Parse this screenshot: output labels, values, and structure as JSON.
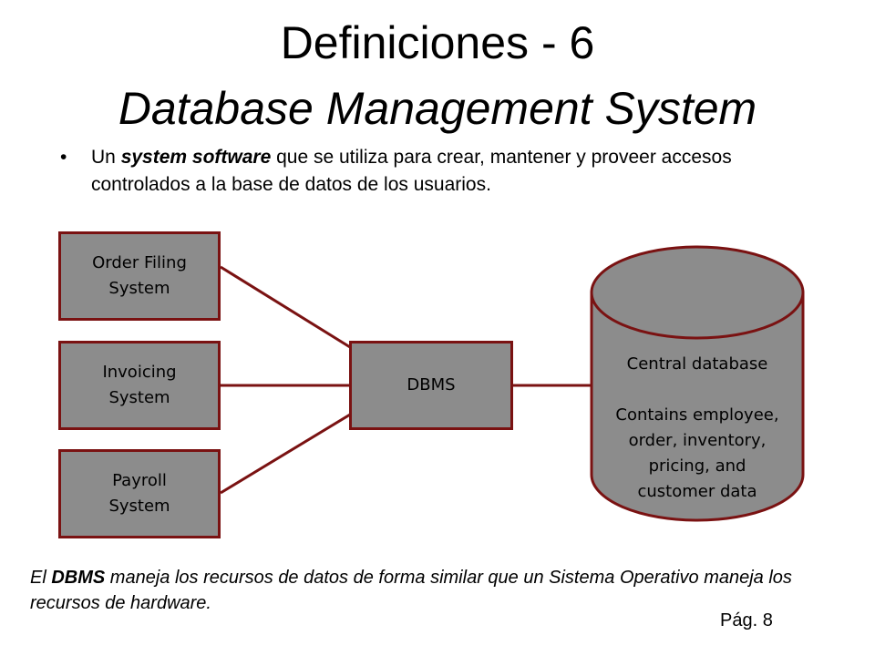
{
  "title": {
    "line1": "Definiciones - 6",
    "line2": "Database Management System"
  },
  "bullet": {
    "marker": "•",
    "prefix": "Un ",
    "emphasis": "system software",
    "suffix": " que se utiliza para crear, mantener y proveer accesos controlados a la base de datos de los usuarios."
  },
  "diagram": {
    "boxes": {
      "order_filing": "Order Filing\nSystem",
      "invoicing": "Invoicing\nSystem",
      "payroll": "Payroll\nSystem",
      "dbms": "DBMS"
    },
    "database": {
      "title": "Central database",
      "description": "Contains employee,\norder, inventory,\npricing, and\ncustomer data"
    },
    "colors": {
      "box_fill": "#8c8c8c",
      "border": "#7a1212"
    }
  },
  "footer": {
    "prefix": "El ",
    "emphasis": "DBMS",
    "suffix": " maneja los recursos de datos de forma similar que un Sistema Operativo maneja los recursos de hardware."
  },
  "page_label": "Pág. 8"
}
